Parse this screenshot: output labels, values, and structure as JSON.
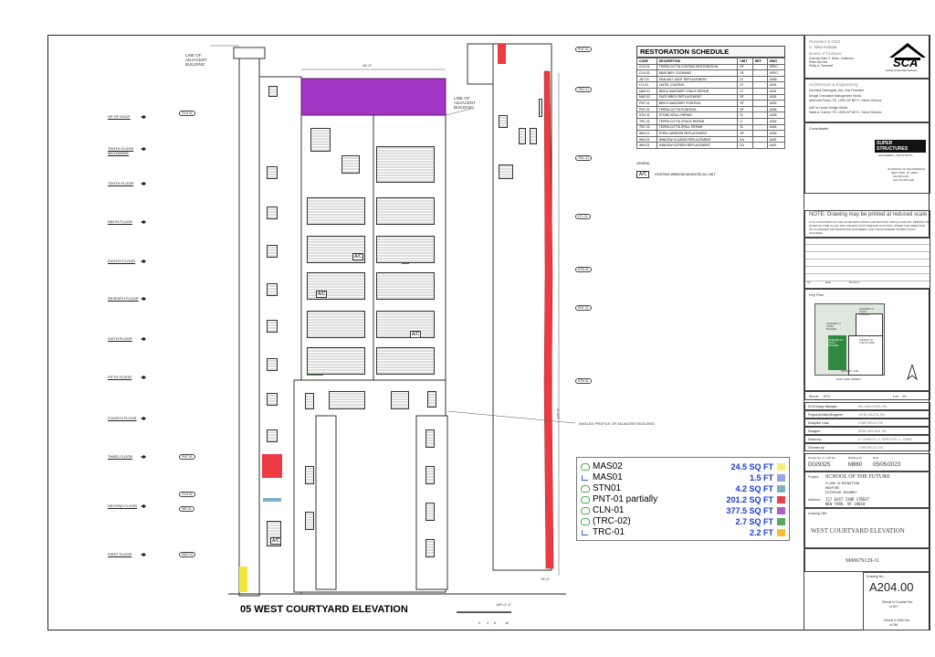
{
  "title": {
    "main": "05 WEST COURTYARD ELEVATION",
    "scale": "1/8\"=1'-0\"",
    "scale_marks": [
      "0",
      "4'",
      "8'",
      "16'"
    ]
  },
  "annotations": {
    "line_adjacent_left": "LINE OF ADJACENT BUILDING",
    "line_adjacent_right": "LINE OF ADJACENT BUILDING",
    "angled_profile": "ANGLED PROFILE OF ADJACENT BUILDING",
    "dim_top": "44'-0\"",
    "dim_height": "185'-0\"",
    "dim_right_height": "171'-0\"",
    "dim_small_a": "7'-0\"",
    "dim_small_b": "40'-0\"",
    "dim_bottom": "15'-0\"",
    "ac_label": "A/C"
  },
  "floors": [
    {
      "label": "HP OF ROOF"
    },
    {
      "label": "TENTH FLOOR MEZZANINE"
    },
    {
      "label": "TENTH FLOOR"
    },
    {
      "label": "NINTH FLOOR"
    },
    {
      "label": "EIGHTH FLOOR"
    },
    {
      "label": "SEVENTH FLOOR"
    },
    {
      "label": "SIXTH FLOOR"
    },
    {
      "label": "FIFTH FLOOR"
    },
    {
      "label": "FOURTH FLOOR"
    },
    {
      "label": "THIRD FLOOR"
    },
    {
      "label": "SECOND FLOOR"
    },
    {
      "label": "FIRST FLOOR"
    }
  ],
  "left_tags": [
    "CLN 01",
    "PNT 01",
    "CLN 01",
    "WR 01",
    "MAS 01"
  ],
  "right_tags": [
    "PNT 01",
    "TRC 01",
    "TRC 01",
    "LTL 01",
    "STN 01",
    "PNT 01",
    "STN 01"
  ],
  "schedule": {
    "title": "RESTORATION SCHEDULE",
    "headers": [
      "CODE",
      "DESCRIPTION",
      "UNIT",
      "REF.",
      "DWG"
    ],
    "rows": [
      [
        "CLN 01",
        "TERRA COTTA COATING RESTORATION",
        "SF",
        "",
        "SPEC."
      ],
      [
        "CLN 02",
        "MASONRY CLEANING",
        "SF",
        "",
        "SPEC."
      ],
      [
        "JNT 01",
        "SEALANT JOINT REPLACEMENT",
        "LF",
        "",
        "A305"
      ],
      [
        "LTL 01",
        "LINTEL COATING",
        "LF",
        "",
        "A301"
      ],
      [
        "MAS 01",
        "BRICK MASONRY CRACK REPAIR",
        "LF",
        "",
        "A301"
      ],
      [
        "MAS 02",
        "FACE BRICK REPLACEMENT",
        "SF",
        "",
        "A301"
      ],
      [
        "PNT 01",
        "BRICK MASONRY POINTING",
        "SF",
        "",
        "A302"
      ],
      [
        "PNT 02",
        "TERRA COTTA POINTING",
        "SF",
        "",
        "A304"
      ],
      [
        "STN 01",
        "STONE SPALL REPAIR",
        "SI",
        "",
        "A305"
      ],
      [
        "TRC 01",
        "TERRA COTTA CRACK REPAIR",
        "LI",
        "",
        "A304"
      ],
      [
        "TRC 02",
        "TERRA COTTA SPALL REPAIR",
        "SI",
        "",
        "A304"
      ],
      [
        "WIN 01",
        "STEEL WINDOW REPLACEMENT",
        "SF",
        "",
        "A402"
      ],
      [
        "WIN 02",
        "WINDOW GLAZING REPLACEMENT",
        "EA",
        "",
        "A401"
      ],
      [
        "WIN 03",
        "WINDOW SCREEN REPLACEMENT",
        "EA",
        "",
        "A401"
      ]
    ],
    "legend_title": "LEGEND",
    "legend_ac": "A/C",
    "legend_text": "EXISTING WINDOW MOUNTED AC UNIT"
  },
  "markup_legend": [
    {
      "name": "MAS02",
      "value": "24.5 SQ FT",
      "icon": "cloud-icon",
      "color": "#f3f07a"
    },
    {
      "name": "MAS01",
      "value": "1.5 FT",
      "icon": "dimension-icon",
      "color": "#8fa8e6"
    },
    {
      "name": "STN01",
      "value": "4.2 SQ FT",
      "icon": "cloud-icon",
      "color": "#7fb0c9"
    },
    {
      "name": "PNT-01 partially",
      "value": "201.2 SQ FT",
      "icon": "cloud-icon",
      "color": "#e8434b"
    },
    {
      "name": "CLN-01",
      "value": "377.5 SQ FT",
      "icon": "cloud-icon",
      "color": "#b060c8"
    },
    {
      "name": "(TRC-02)",
      "value": "2.7 SQ FT",
      "icon": "cloud-icon",
      "color": "#5aa860"
    },
    {
      "name": "TRC-01",
      "value": "2.2 FT",
      "icon": "dimension-icon",
      "color": "#f2c02e"
    }
  ],
  "title_block": {
    "president_label": "President & CEO",
    "president": "A. Nina Kubota",
    "board_label": "Board of Trustees",
    "board": [
      "Gonzalo Raul C. Bebe, Chairman",
      "Peter McCree",
      "Emily A. Tiesenuff"
    ],
    "logo": "SCA",
    "logo_sub": "School Construction Authority",
    "ae_label": "Architecture & Engineering",
    "ae_lines": [
      "Dominick Delmagola, AIA, Vice President",
      "Design Consultant Management Studio",
      "Albert del Prado, P.E. LEED AP BD+C, Senior Director",
      "A&E In-House Design Studio",
      "Maria A. Gomez, P.E. LEED AP BD+C, Senior Director"
    ],
    "consultants_label": "Consultants",
    "consultant_name": "SUPER STRUCTURES",
    "consultant_sub": "ENGINEERS + ARCHITECTS",
    "consultant_addr": [
      "32 AVENUE OF THE AMERICAS",
      "NEW YORK, NY 10013",
      "212.505.1133",
      "FAX 212.505.1136"
    ],
    "note": "NOTE: Drawing may be printed at reduced scale",
    "note_text": "IT IS A VIOLATION OF THE STATE EDUCATION LAW SECTION 7209 (2) FOR ANY PERSON TO ALTER AN ITEM IN ANY WAY UNLESS SUCH PERSON IS ACTING UNDER THE DIRECTION OF A LICENSED PROFESSIONAL ENGINEER, AND THE ENGINEER STAMPS SUCH CHANGES.",
    "rev_headers": [
      "No.",
      "Date",
      "Revision"
    ],
    "keyplan_label": "Key Plan",
    "keyplan_street": "EAST 22ND STREET",
    "keyplan_labels": [
      "ADJACENT 12 STORY BUILDING",
      "ADJACENT 12 STORY BUILDING",
      "ADJACENT 10 STORY BUILDING",
      "SCHOOL OF THE FUTURE",
      "PROPERTY LINE"
    ],
    "block_label": "Block:",
    "block": "879",
    "lot_label": "Lot:",
    "lot": "19",
    "rows": [
      {
        "label": "SCA Design Manager:",
        "value": "WILLIAM DONG, RA"
      },
      {
        "label": "Project Architect/Engineer:",
        "value": "JOHN CALZTA, RA"
      },
      {
        "label": "Discipline Lead:",
        "value": "LYME REULS, RA"
      },
      {
        "label": "Designer:",
        "value": "BRAN WELAND, RA"
      },
      {
        "label": "Drawn by:",
        "value": "D. CHARLES, E. BERKUTEC, L. RAMR"
      },
      {
        "label": "Checked by:",
        "value": "LYME REULS, RA"
      }
    ],
    "design_no_label": "Design No. or LLW No.",
    "design_no": "D029325",
    "building_id_label": "Building ID:",
    "building_id": "M860",
    "date_label": "Date:",
    "date": "05/05/2023",
    "project_label": "Project:",
    "project_name": "SCHOOL OF THE FUTURE",
    "project_lines": [
      "FLOOD ELIMINATION",
      "ROOFING",
      "EXTERIOR MASONRY"
    ],
    "address_label": "Address:",
    "address": [
      "127 EAST 22ND STREET",
      "NEW YORK, NY 10010"
    ],
    "drawing_title_label": "Drawing Title:",
    "drawing_title": "WEST COURTYARD ELEVATION",
    "sheet_id": "M00679129-11",
    "drawing_no_label": "Drawing No.:",
    "drawing_no": "A204.00",
    "sheets_contract_label": "Sheets in Contract Set:",
    "sheets_contract": "of 397",
    "sheets_ddb_label": "Sheets in DDB Set:",
    "sheets_ddb": "of 336"
  },
  "colors": {
    "purple": "#a335c4",
    "red": "#ee3b43",
    "yellow": "#f1e83a",
    "green": "#3aa54a",
    "link_blue": "#1a3adb"
  }
}
